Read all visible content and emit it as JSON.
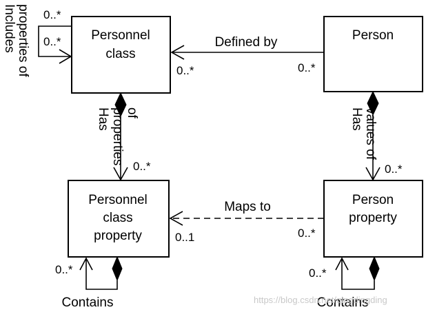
{
  "nodes": {
    "personnel_class": {
      "lines": [
        "Personnel",
        "class"
      ]
    },
    "person": {
      "lines": [
        "Person"
      ]
    },
    "personnel_class_property": {
      "lines": [
        "Personnel",
        "class",
        "property"
      ]
    },
    "person_property": {
      "lines": [
        "Person",
        "property"
      ]
    }
  },
  "edges": {
    "defined_by": {
      "label": "Defined by",
      "source_mult": "0..*",
      "target_mult": "0..*"
    },
    "includes_properties_of": {
      "label_lines": [
        "Includes",
        "properties of"
      ],
      "mult_top": "0..*",
      "mult_bottom": "0..*"
    },
    "has_properties_of": {
      "label_lines": [
        "Has",
        "properties",
        "of"
      ],
      "mult": "0..*"
    },
    "has_values_of": {
      "label_lines": [
        "Has",
        "values of"
      ],
      "mult": "0..*"
    },
    "maps_to": {
      "label": "Maps to",
      "source_mult": "0..*",
      "target_mult": "0..1"
    },
    "contains_left": {
      "label": "Contains",
      "mult": "0..*"
    },
    "contains_right": {
      "label": "Contains",
      "mult": "0..*"
    }
  },
  "watermark": "https://blog.csdn.net/qingdingding"
}
